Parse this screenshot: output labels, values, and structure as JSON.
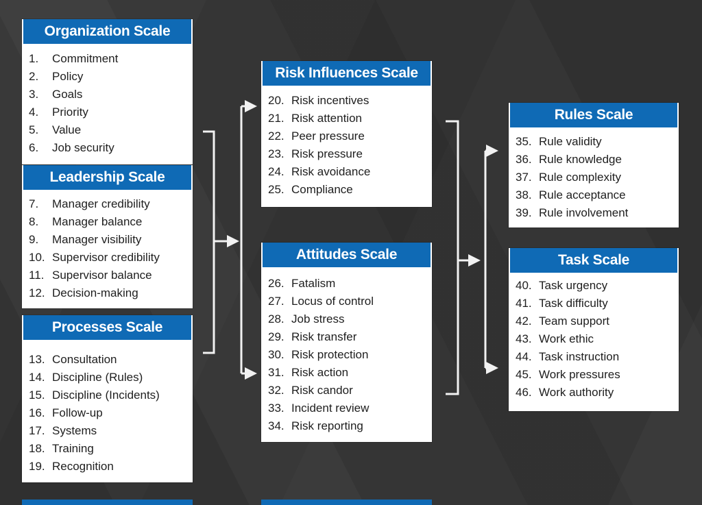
{
  "boxes": [
    {
      "title": "Organization Scale",
      "items": [
        {
          "num": "1.",
          "label": "Commitment"
        },
        {
          "num": "2.",
          "label": "Policy"
        },
        {
          "num": "3.",
          "label": "Goals"
        },
        {
          "num": "4.",
          "label": "Priority"
        },
        {
          "num": "5.",
          "label": "Value"
        },
        {
          "num": "6.",
          "label": "Job security"
        }
      ]
    },
    {
      "title": "Leadership Scale",
      "items": [
        {
          "num": "7.",
          "label": "Manager credibility"
        },
        {
          "num": "8.",
          "label": "Manager balance"
        },
        {
          "num": "9.",
          "label": "Manager visibility"
        },
        {
          "num": "10.",
          "label": "Supervisor credibility"
        },
        {
          "num": "11.",
          "label": "Supervisor balance"
        },
        {
          "num": "12.",
          "label": "Decision-making"
        }
      ]
    },
    {
      "title": "Processes Scale",
      "items": [
        {
          "num": "13.",
          "label": "Consultation"
        },
        {
          "num": "14.",
          "label": "Discipline (Rules)"
        },
        {
          "num": "15.",
          "label": "Discipline (Incidents)"
        },
        {
          "num": "16.",
          "label": "Follow-up"
        },
        {
          "num": "17.",
          "label": "Systems"
        },
        {
          "num": "18.",
          "label": "Training"
        },
        {
          "num": "19.",
          "label": "Recognition"
        }
      ]
    },
    {
      "title": "Risk Influences Scale",
      "items": [
        {
          "num": "20.",
          "label": "Risk incentives"
        },
        {
          "num": "21.",
          "label": "Risk attention"
        },
        {
          "num": "22.",
          "label": "Peer pressure"
        },
        {
          "num": "23.",
          "label": "Risk pressure"
        },
        {
          "num": "24.",
          "label": "Risk avoidance"
        },
        {
          "num": "25.",
          "label": "Compliance"
        }
      ]
    },
    {
      "title": "Attitudes Scale",
      "items": [
        {
          "num": "26.",
          "label": "Fatalism"
        },
        {
          "num": "27.",
          "label": "Locus of control"
        },
        {
          "num": "28.",
          "label": "Job stress"
        },
        {
          "num": "29.",
          "label": "Risk transfer"
        },
        {
          "num": "30.",
          "label": "Risk protection"
        },
        {
          "num": "31.",
          "label": "Risk action"
        },
        {
          "num": "32.",
          "label": "Risk candor"
        },
        {
          "num": "33.",
          "label": "Incident review"
        },
        {
          "num": "34.",
          "label": "Risk reporting"
        }
      ]
    },
    {
      "title": "Rules Scale",
      "items": [
        {
          "num": "35.",
          "label": "Rule validity"
        },
        {
          "num": "36.",
          "label": "Rule knowledge"
        },
        {
          "num": "37.",
          "label": "Rule complexity"
        },
        {
          "num": "38.",
          "label": "Rule acceptance"
        },
        {
          "num": "39.",
          "label": "Rule involvement"
        }
      ]
    },
    {
      "title": "Task Scale",
      "items": [
        {
          "num": "40.",
          "label": "Task urgency"
        },
        {
          "num": "41.",
          "label": "Task difficulty"
        },
        {
          "num": "42.",
          "label": "Team support"
        },
        {
          "num": "43.",
          "label": "Work ethic"
        },
        {
          "num": "44.",
          "label": "Task instruction"
        },
        {
          "num": "45.",
          "label": "Work pressures"
        },
        {
          "num": "46.",
          "label": "Work authority"
        }
      ]
    }
  ],
  "colors": {
    "header_blue": "#0f6ab5",
    "box_bg": "#ffffff",
    "item_text": "#1e1e1e",
    "background": "#353535",
    "connector": "#f2f2f2"
  }
}
